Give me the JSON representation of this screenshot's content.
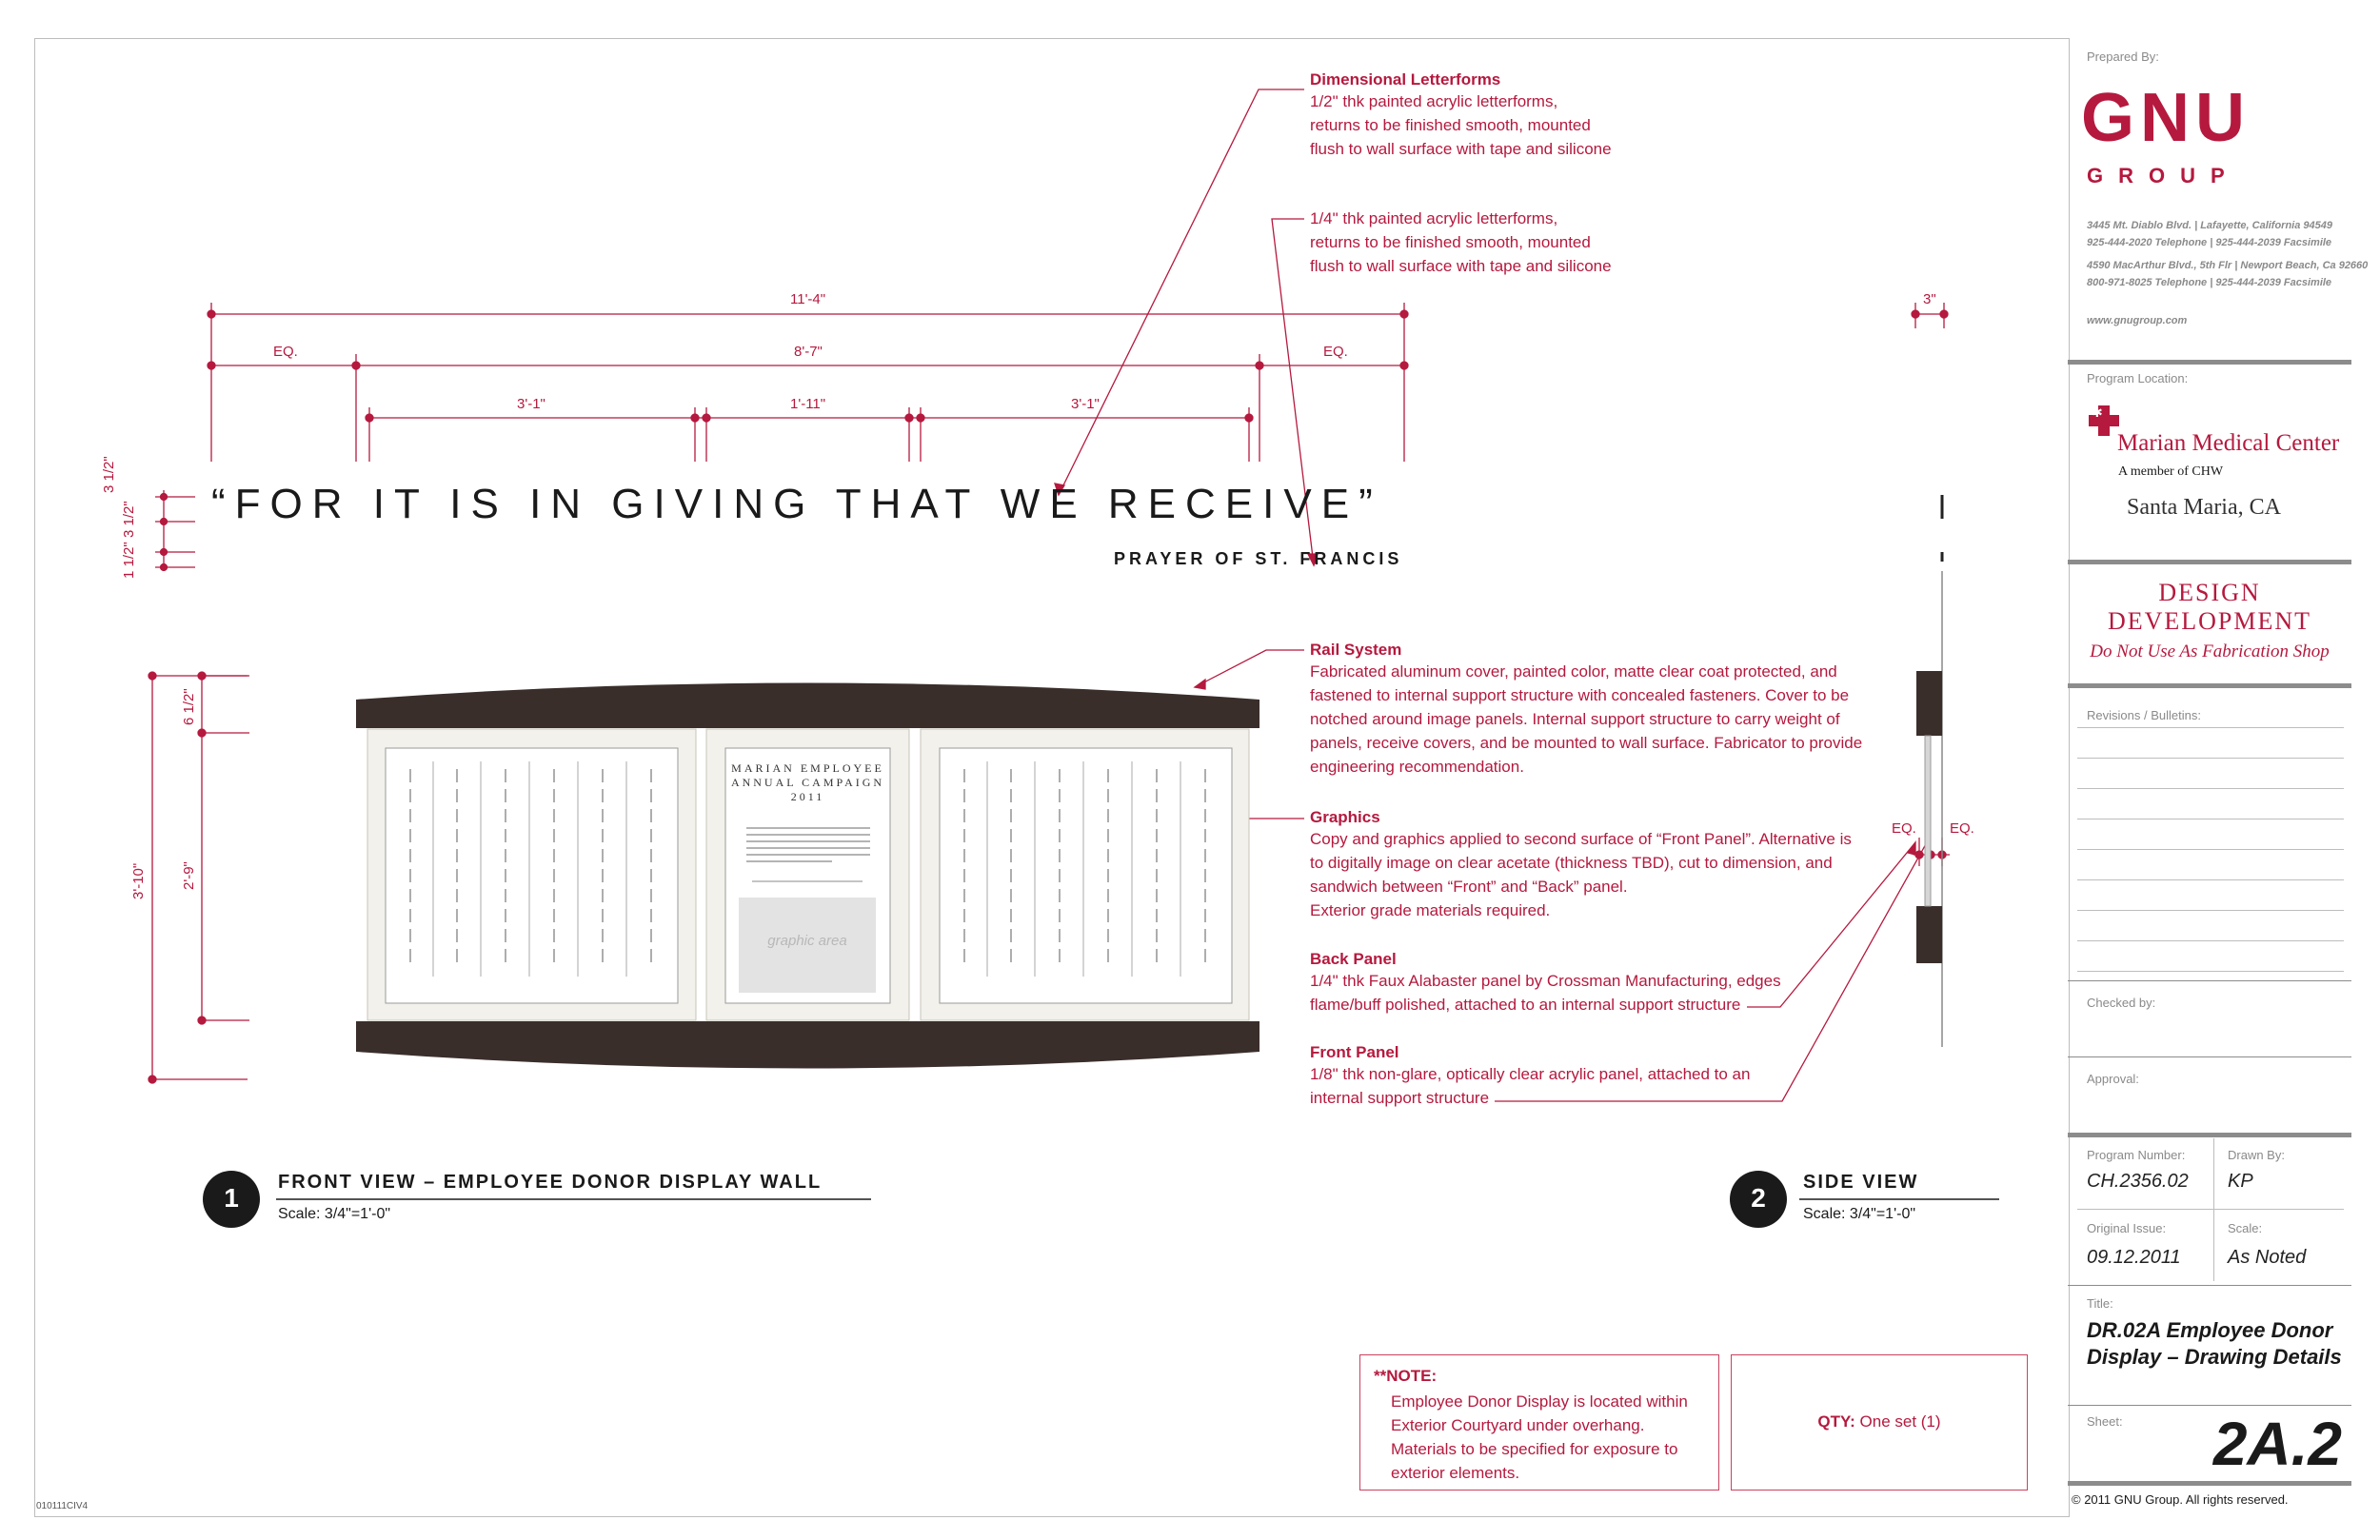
{
  "quote": "“FOR IT IS IN GIVING THAT WE RECEIVE”",
  "quote_attribution": "PRAYER OF ST. FRANCIS",
  "dimensions": {
    "overall_width": "11'-4\"",
    "inner_width": "8'-7\"",
    "eq": "EQ.",
    "panel_left": "3'-1\"",
    "panel_center": "1'-11\"",
    "panel_right": "3'-1\"",
    "overall_height": "3'-10\"",
    "panel_height": "2'-9\"",
    "rail_height": "6 1/2\"",
    "quote_cap_height": "3 1/2\"",
    "attribution_height": "1 1/2\"",
    "side_depth": "3\""
  },
  "annotations": {
    "dimensional_letterforms": {
      "title": "Dimensional Letterforms",
      "body": "1/2\" thk painted acrylic letterforms,\nreturns to be finished smooth, mounted\nflush to wall surface with tape and silicone"
    },
    "quarter_letterforms": {
      "body": "1/4\" thk painted acrylic letterforms,\nreturns to be finished smooth, mounted\nflush to wall surface with tape and silicone"
    },
    "rail_system": {
      "title": "Rail System",
      "body": "Fabricated aluminum cover, painted color, matte clear coat protected, and\nfastened to internal support structure with concealed fasteners. Cover to be\nnotched around image panels. Internal support structure to carry weight of\npanels, receive covers, and be mounted to wall surface. Fabricator to provide\nengineering recommendation."
    },
    "graphics": {
      "title": "Graphics",
      "body": "Copy and graphics applied to second surface of “Front Panel”. Alternative is\nto digitally image on clear acetate (thickness TBD), cut to dimension, and\nsandwich between “Front” and “Back” panel.\nExterior grade materials required."
    },
    "back_panel": {
      "title": "Back Panel",
      "body": "1/4\" thk Faux Alabaster panel by Crossman Manufacturing, edges\nflame/buff polished, attached to an internal support structure"
    },
    "front_panel": {
      "title": "Front Panel",
      "body": "1/8\" thk non-glare, optically clear acrylic panel, attached to an\ninternal support structure"
    }
  },
  "center_panel": {
    "title_line1": "MARIAN EMPLOYEE",
    "title_line2": "ANNUAL CAMPAIGN",
    "year": "2011",
    "graphic_area": "graphic area"
  },
  "views": {
    "front": {
      "number": "1",
      "title": "FRONT VIEW – EMPLOYEE DONOR DISPLAY WALL",
      "scale": "Scale: 3/4\"=1'-0\""
    },
    "side": {
      "number": "2",
      "title": "SIDE VIEW",
      "scale": "Scale: 3/4\"=1'-0\""
    }
  },
  "note": {
    "heading": "**NOTE:",
    "body": "Employee Donor Display is located within\nExterior Courtyard under overhang.\nMaterials to be specified for exposure to\nexterior elements."
  },
  "qty": {
    "label": "QTY:",
    "value": "One set (1)"
  },
  "file_code": "010111CIV4",
  "title_block": {
    "prepared_by_label": "Prepared By:",
    "firm_logo_top": "GNU",
    "firm_logo_bottom": "GROUP",
    "address1": "3445 Mt. Diablo Blvd. | Lafayette, California 94549",
    "phone1": "925-444-2020 Telephone | 925-444-2039 Facsimile",
    "address2": "4590 MacArthur Blvd., 5th Flr | Newport Beach, Ca 92660",
    "phone2": "800-971-8025 Telephone | 925-444-2039 Facsimile",
    "website": "www.gnugroup.com",
    "program_location_label": "Program Location:",
    "client_name": "Marian Medical Center",
    "client_sub": "A member of CHW",
    "client_city": "Santa Maria, CA",
    "phase_line1": "DESIGN",
    "phase_line2": "DEVELOPMENT",
    "phase_warning": "Do Not Use As Fabrication Shop",
    "revisions_label": "Revisions / Bulletins:",
    "checked_by_label": "Checked by:",
    "approval_label": "Approval:",
    "program_number_label": "Program Number:",
    "program_number": "CH.2356.02",
    "drawn_by_label": "Drawn By:",
    "drawn_by": "KP",
    "original_issue_label": "Original Issue:",
    "original_issue": "09.12.2011",
    "scale_label": "Scale:",
    "scale": "As Noted",
    "title_label": "Title:",
    "title_line1": "DR.02A Employee Donor",
    "title_line2": "Display – Drawing Details",
    "sheet_label": "Sheet:",
    "sheet": "2A.2",
    "copyright": "© 2011 GNU Group. All rights reserved."
  },
  "colors": {
    "accent": "#b5193e",
    "rail": "#3a2e2b",
    "panel": "#e8e6df"
  }
}
